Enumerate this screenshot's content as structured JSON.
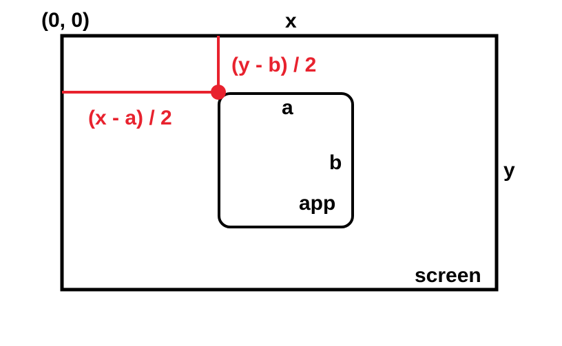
{
  "labels": {
    "origin": "(0, 0)",
    "x": "x",
    "y": "y",
    "screen": "screen",
    "app": "app",
    "a": "a",
    "b": "b",
    "left_offset": "(x - a) / 2",
    "top_offset": "(y - b) / 2"
  },
  "colors": {
    "outline": "#000000",
    "accent": "#e8222e",
    "background": "#ffffff"
  }
}
